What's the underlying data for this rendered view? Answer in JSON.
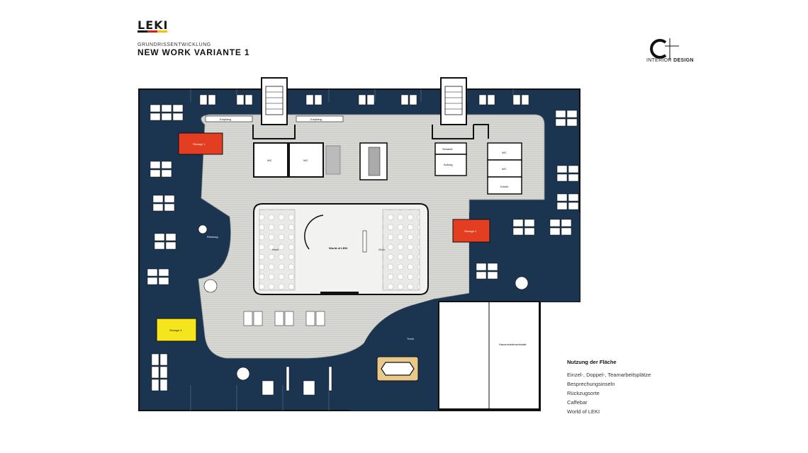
{
  "brand": {
    "name": "LEKI",
    "stripe_colors": [
      "#111111",
      "#d62020",
      "#f2c200"
    ]
  },
  "header": {
    "subtitle": "GRUNDRISSENTWICKLUNG",
    "title": "NEW WORK VARIANTE 1"
  },
  "designer": {
    "mark": "C+",
    "text_light": "INTERIOR ",
    "text_bold": "DESIGN"
  },
  "colors": {
    "workspace": "#1b3550",
    "common_floor": "#d6d6d2",
    "storage_red": "#e33d22",
    "storage_yellow": "#f4e51c",
    "wall": "#111111"
  },
  "plan": {
    "labels": {
      "empfang_1": "Empfang",
      "empfang_2": "Empfang",
      "storage_1": "Storage 1",
      "storage_2": "Storage 2",
      "storage_3": "Storage 3",
      "wc_1": "WC",
      "wc_2": "WC",
      "wc_3": "WC",
      "wc_4": "WC",
      "kueche": "Küche",
      "schacht": "Schacht",
      "aufzug": "Aufzug",
      "world_of_leki": "World of LEKI",
      "hoch": "Hoch",
      "gruen": "Grün",
      "rueckzug": "Rückzug",
      "treck": "Treck",
      "hausmeister": "Hausmeisterwerkstatt"
    }
  },
  "legend": {
    "title": "Nutzung der Fläche",
    "items": [
      "Einzel-, Doppel-, Teamarbeitsplätze",
      "Besprechungsinseln",
      "Rückzugsorte",
      "Caffebar",
      "World of LEKI"
    ]
  }
}
